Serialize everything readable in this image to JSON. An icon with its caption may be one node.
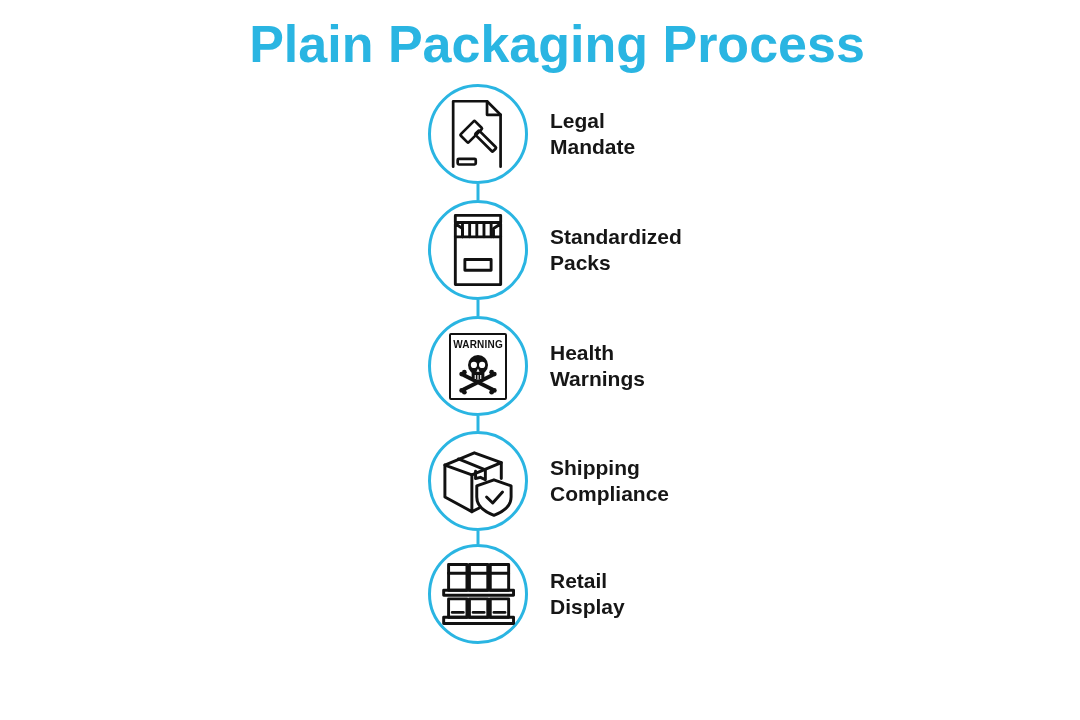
{
  "diagram": {
    "title": "Plain Packaging Process",
    "nodes": [
      {
        "text": [],
        "shape": "circle",
        "beside": [
          "Legal Mandate"
        ]
      },
      {
        "text": [],
        "shape": "circle",
        "beside": [
          "Standardized Packs"
        ]
      },
      {
        "text": [],
        "shape": "circle",
        "beside": [
          "Health Warnings"
        ]
      },
      {
        "text": [],
        "shape": "circle",
        "beside": [
          "Shipping Compliance"
        ]
      },
      {
        "text": [],
        "shape": "circle",
        "beside": [
          "Retail Display"
        ]
      }
    ],
    "edges": [
      {
        "from": 0,
        "to": 1,
        "arrow": "none"
      },
      {
        "from": 1,
        "to": 2,
        "arrow": "none"
      },
      {
        "from": 2,
        "to": 3,
        "arrow": "none"
      },
      {
        "from": 3,
        "to": 4,
        "arrow": "none"
      }
    ],
    "labels": [
      "WARNING"
    ]
  }
}
